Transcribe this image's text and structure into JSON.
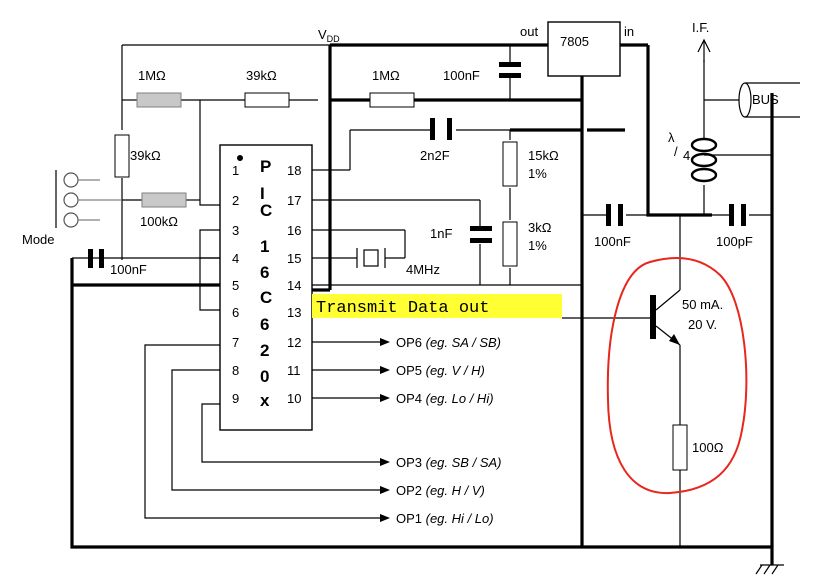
{
  "labels": {
    "vdd": "V",
    "vdd_sub": "DD",
    "out": "out",
    "in": "in",
    "regulator": "7805",
    "if": "I.F.",
    "bus": "BUS",
    "mode": "Mode",
    "r_1m_a": "1MΩ",
    "r_39k_a": "39kΩ",
    "r_39k_b": "39kΩ",
    "r_100k": "100kΩ",
    "c_100n_left": "100nF",
    "r_1m_b": "1MΩ",
    "c_100n_top": "100nF",
    "c_2n2": "2n2F",
    "r_15k": "15kΩ",
    "r_15k_tol": "1%",
    "r_3k": "3kΩ",
    "r_3k_tol": "1%",
    "c_1n": "1nF",
    "crystal": "4MHz",
    "lambda_a": "λ",
    "lambda_b": "/",
    "lambda_c": "4",
    "c_100n_right": "100nF",
    "c_100p": "100pF",
    "transistor_i": "50 mA.",
    "transistor_v": "20 V.",
    "r_100": "100Ω",
    "transmit": "Transmit Data out"
  },
  "chip": {
    "name_letters": [
      "P",
      "I",
      "C",
      "1",
      "6",
      "C",
      "6",
      "2",
      "0",
      "x"
    ],
    "pins_left": [
      "1",
      "2",
      "3",
      "4",
      "5",
      "6",
      "7",
      "8",
      "9"
    ],
    "pins_right": [
      "18",
      "17",
      "16",
      "15",
      "14",
      "13",
      "12",
      "11",
      "10"
    ]
  },
  "outputs": [
    {
      "name": "OP6",
      "example": "(eg. SA / SB)"
    },
    {
      "name": "OP5",
      "example": "(eg. V / H)"
    },
    {
      "name": "OP4",
      "example": "(eg. Lo / Hi)"
    },
    {
      "name": "OP3",
      "example": "(eg. SB / SA)"
    },
    {
      "name": "OP2",
      "example": "(eg. H / V)"
    },
    {
      "name": "OP1",
      "example": "(eg. Hi / Lo)"
    }
  ],
  "colors": {
    "highlight": "#ffff33",
    "annotation": "#e8261c",
    "grey_resistor": "#c8c8c8"
  }
}
